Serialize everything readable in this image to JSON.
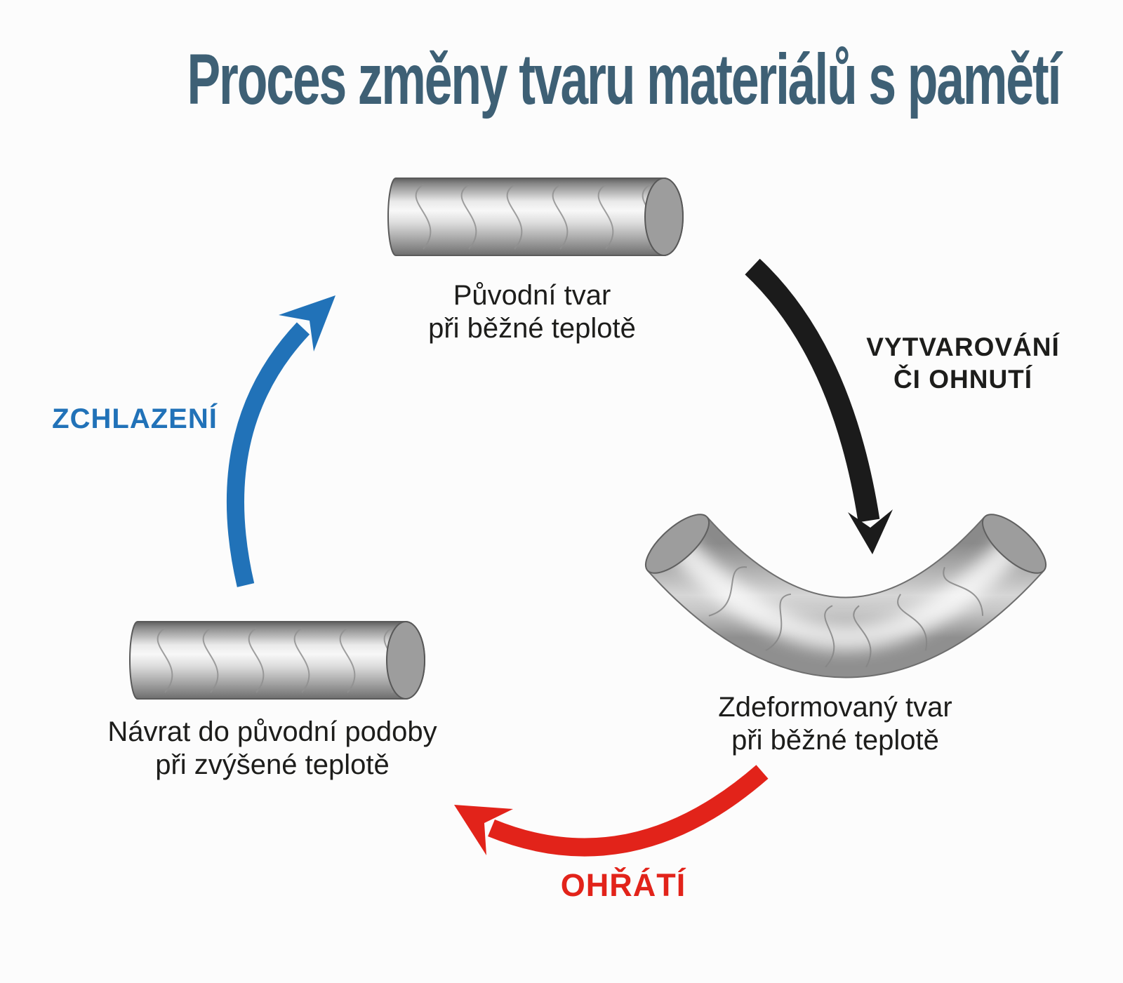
{
  "title": "Proces změny tvaru materiálů s pamětí",
  "palette": {
    "title_color": "#3e6075",
    "text_color": "#1d1d1b",
    "cooling_blue": "#2172b8",
    "heating_red": "#e2231a",
    "shaping_black": "#1d1d1b",
    "background": "#fcfcfc",
    "rod_metal_light": "#f8f8f8",
    "rod_metal_dark": "#5d5d5d"
  },
  "nodes": {
    "original": {
      "line1": "Původní tvar",
      "line2": "při běžné teplotě"
    },
    "deformed": {
      "line1": "Zdeformovaný tvar",
      "line2": "při běžné teplotě"
    },
    "restored": {
      "line1": "Návrat do původní podoby",
      "line2": "při zvýšené teplotě"
    }
  },
  "arrows": {
    "shaping": {
      "line1": "VYTVAROVÁNÍ",
      "line2": "ČI OHNUTÍ"
    },
    "heating": {
      "label": "OHŘÁTÍ"
    },
    "cooling": {
      "label": "ZCHLAZENÍ"
    }
  }
}
